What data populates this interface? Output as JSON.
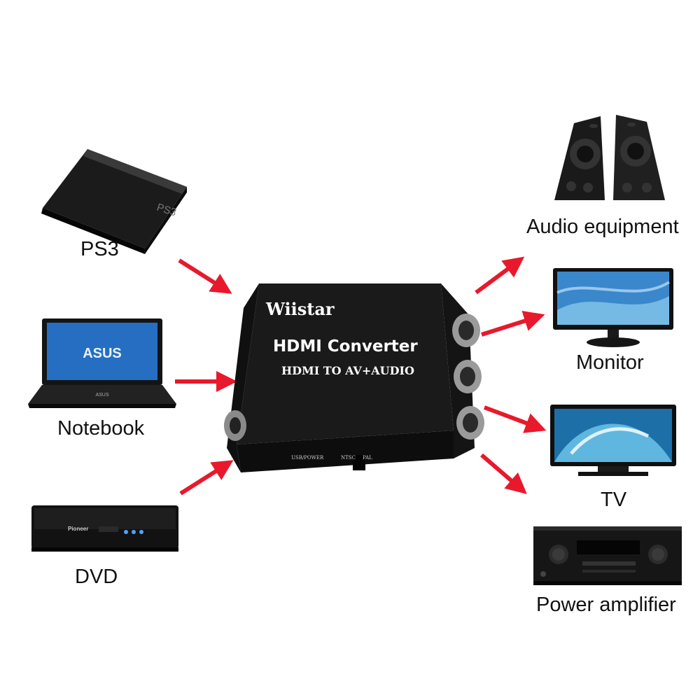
{
  "inputs": [
    {
      "id": "ps3",
      "label": "PS3",
      "icon": "game-console-icon"
    },
    {
      "id": "notebook",
      "label": "Notebook",
      "icon": "laptop-icon"
    },
    {
      "id": "dvd",
      "label": "DVD",
      "icon": "dvd-player-icon"
    }
  ],
  "outputs": [
    {
      "id": "audio",
      "label": "Audio equipment",
      "icon": "speakers-icon"
    },
    {
      "id": "monitor",
      "label": "Monitor",
      "icon": "monitor-icon"
    },
    {
      "id": "tv",
      "label": "TV",
      "icon": "tv-icon"
    },
    {
      "id": "amplifier",
      "label": "Power amplifier",
      "icon": "amplifier-icon"
    }
  ],
  "converter": {
    "brand": "Wiistar",
    "title": "HDMI Converter",
    "subtitle": "HDMI TO AV+AUDIO",
    "port_labels": [
      "USB/POWER",
      "NTSC",
      "PAL"
    ],
    "laptop_screen_text": "ASUS",
    "laptop_bezel_text": "ASUS",
    "ps3_logo_text": "PS3",
    "dvd_brand_text": "Pioneer"
  },
  "colors": {
    "arrow": "#e8192c",
    "device_body": "#111111",
    "background": "#ffffff"
  }
}
